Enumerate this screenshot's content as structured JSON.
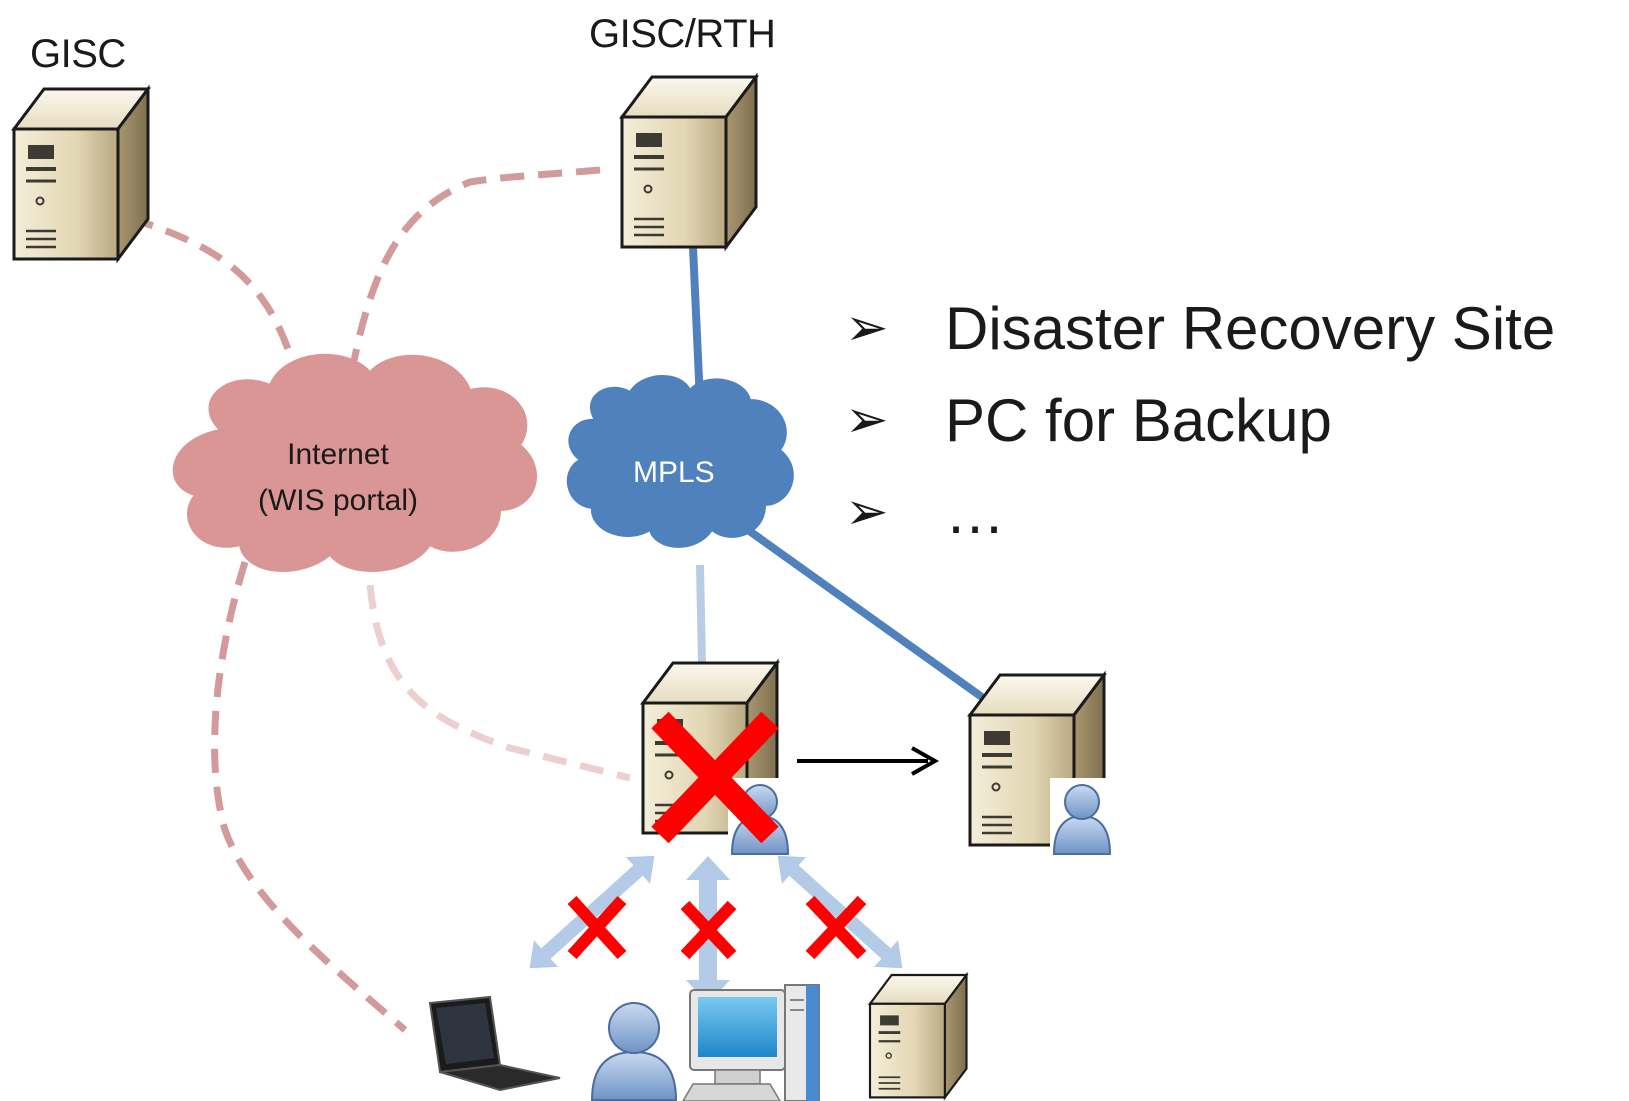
{
  "nodes": {
    "gisc_left": {
      "label": "GISC"
    },
    "gisc_rth": {
      "label": "GISC/RTH"
    }
  },
  "clouds": {
    "internet": {
      "label_line1": "Internet",
      "label_line2": "(WIS portal)"
    },
    "mpls": {
      "label": "MPLS"
    }
  },
  "bullets": [
    {
      "marker": "➢",
      "text": "Disaster Recovery Site"
    },
    {
      "marker": "➢",
      "text": "PC for Backup"
    },
    {
      "marker": "➢",
      "text": "…"
    }
  ],
  "colors": {
    "internet_link": "#d29a9a",
    "internet_link_faded": "#ecd0d0",
    "mpls_link": "#4f81bd",
    "mpls_link_faded": "#b8cce4",
    "failure_cross": "#ff0000",
    "user_arrows": "#b3cbe6"
  }
}
